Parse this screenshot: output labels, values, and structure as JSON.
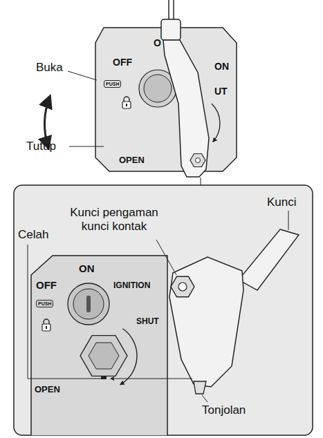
{
  "diagram": {
    "labels": [
      "Buka",
      "Tutup",
      "OFF",
      "O",
      "ON",
      "PUSH",
      "UT",
      "OPEN",
      "Kunci",
      "Kunci pengaman kunci kontak",
      "Celah",
      "ON",
      "OFF",
      "IGNITION",
      "PUSH",
      "SHUT",
      "OPEN",
      "Tonjolan"
    ]
  }
}
